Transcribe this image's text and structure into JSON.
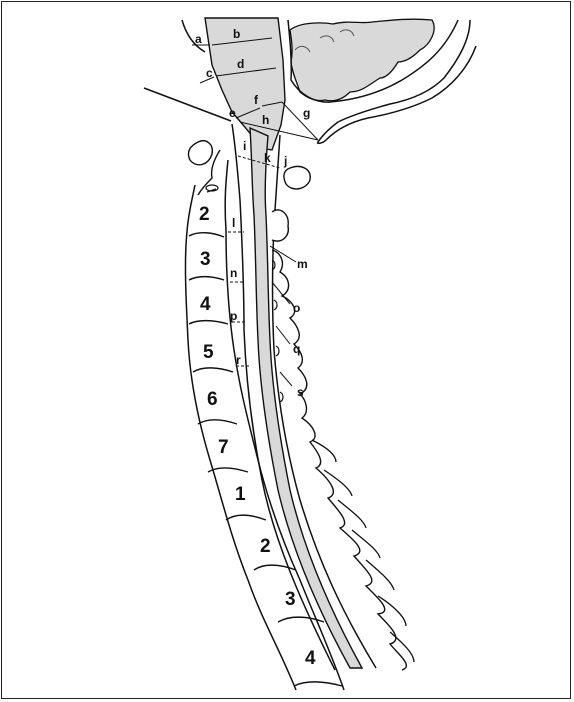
{
  "figure": {
    "vertebra_numbers": {
      "c2": "2",
      "c3": "3",
      "c4": "4",
      "c5": "5",
      "c6": "6",
      "c7": "7",
      "t1": "1",
      "t2": "2",
      "t3": "3",
      "t4": "4"
    },
    "measurement_labels": {
      "a": "a",
      "b": "b",
      "c": "c",
      "d": "d",
      "e": "e",
      "f": "f",
      "g": "g",
      "h": "h",
      "i": "i",
      "j": "j",
      "k": "k",
      "l": "l",
      "m": "m",
      "n": "n",
      "o": "o",
      "p": "p",
      "q": "q",
      "r": "r",
      "s": "s"
    },
    "colors": {
      "cord_fill": "#d9d9d9",
      "brain_fill": "#d9d9d9",
      "outline": "#111111",
      "background": "#ffffff"
    }
  }
}
